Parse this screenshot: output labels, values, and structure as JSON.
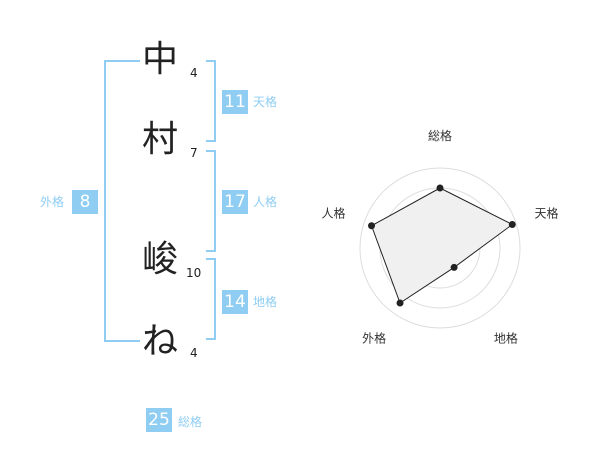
{
  "name_chars": [
    {
      "char": "中",
      "strokes": "4"
    },
    {
      "char": "村",
      "strokes": "7"
    },
    {
      "char": "峻",
      "strokes": "10"
    },
    {
      "char": "ね",
      "strokes": "4"
    }
  ],
  "fortunes": {
    "tenkaku": {
      "value": "11",
      "label": "天格"
    },
    "jinkaku": {
      "value": "17",
      "label": "人格"
    },
    "chikaku": {
      "value": "14",
      "label": "地格"
    },
    "gaikaku": {
      "value": "8",
      "label": "外格"
    },
    "soukaku": {
      "value": "25",
      "label": "総格"
    }
  },
  "chart_data": {
    "type": "radar",
    "axes": [
      "総格",
      "天格",
      "地格",
      "外格",
      "人格"
    ],
    "values": [
      0.75,
      0.95,
      0.3,
      0.85,
      0.9
    ],
    "max": 1,
    "rings": 4,
    "colors": {
      "stroke": "#222222",
      "fill": "#f0f0f0",
      "ring": "#dddddd"
    }
  }
}
